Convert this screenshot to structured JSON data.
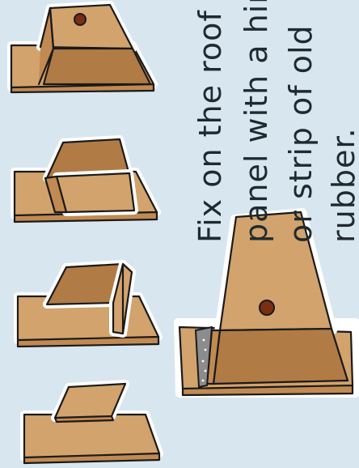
{
  "instruction": {
    "lines": [
      "Fix on the roof",
      "panel with a hinge",
      "or strip of old",
      "rubber."
    ]
  },
  "colors": {
    "background": "#d8e6f0",
    "wood": "#d2a36c",
    "wood_shadow": "#c18a52",
    "hinge_strip": "#8c8c8c",
    "entrance_hole": "#7a2e12"
  },
  "steps": [
    {
      "id": "step-1",
      "depicts": "base with roof panel"
    },
    {
      "id": "step-2",
      "depicts": "base with roof and front wall"
    },
    {
      "id": "step-3",
      "depicts": "base with roof, front and back walls"
    },
    {
      "id": "step-4",
      "depicts": "assembled box with entrance hole"
    },
    {
      "id": "step-5",
      "depicts": "box with roof hinged by rubber strip"
    }
  ]
}
